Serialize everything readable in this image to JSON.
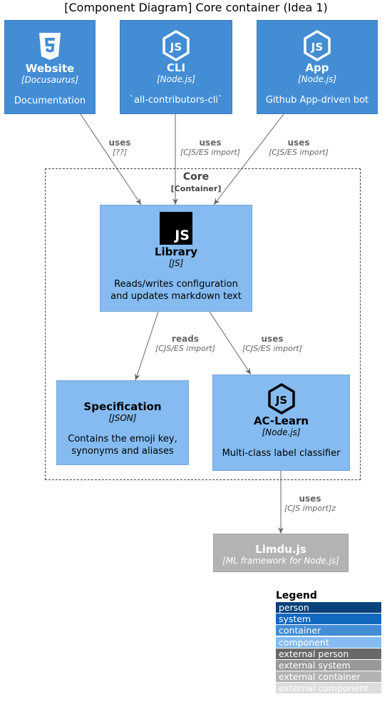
{
  "title": "[Component Diagram] Core container (Idea 1)",
  "top_containers": [
    {
      "name": "Website",
      "tech": "[Docusaurus]",
      "desc": "Documentation",
      "icon": "html5-icon"
    },
    {
      "name": "CLI",
      "tech": "[Node.js]",
      "desc": "`all-contributors-cli`",
      "icon": "nodejs-icon"
    },
    {
      "name": "App",
      "tech": "[Node.js]",
      "desc": "Github App-driven bot",
      "icon": "nodejs-icon"
    }
  ],
  "boundary": {
    "name": "Core",
    "type": "[Container]"
  },
  "components": {
    "library": {
      "name": "Library",
      "tech": "[JS]",
      "desc_line1": "Reads/writes configuration",
      "desc_line2": "and updates markdown text",
      "icon": "js-icon",
      "icon_text": "JS"
    },
    "specification": {
      "name": "Specification",
      "tech": "[JSON]",
      "desc_line1": "Contains the emoji key,",
      "desc_line2": "synonyms and aliases"
    },
    "aclearn": {
      "name": "AC-Learn",
      "tech": "[Node.js]",
      "desc": "Multi-class label classifier",
      "icon": "nodejs-icon"
    }
  },
  "external": {
    "name": "Limdu.js",
    "tech": "[ML framework for Node.js]"
  },
  "relations": [
    {
      "label": "uses",
      "tech": "[??]"
    },
    {
      "label": "uses",
      "tech": "[CJS/ES import]"
    },
    {
      "label": "uses",
      "tech": "[CJS/ES import]"
    },
    {
      "label": "reads",
      "tech": "[CJS/ES import]"
    },
    {
      "label": "uses",
      "tech": "[CJS/ES import]"
    },
    {
      "label": "uses",
      "tech": "[CJS import]z"
    }
  ],
  "legend": {
    "title": "Legend",
    "items": [
      {
        "label": "person",
        "color": "#08427b"
      },
      {
        "label": "system",
        "color": "#1168bd"
      },
      {
        "label": "container",
        "color": "#438dd5"
      },
      {
        "label": "component",
        "color": "#85bbf0"
      },
      {
        "label": "external person",
        "color": "#686868"
      },
      {
        "label": "external system",
        "color": "#999999"
      },
      {
        "label": "external container",
        "color": "#b3b3b3"
      },
      {
        "label": "external component",
        "color": "#dddddd"
      }
    ]
  }
}
